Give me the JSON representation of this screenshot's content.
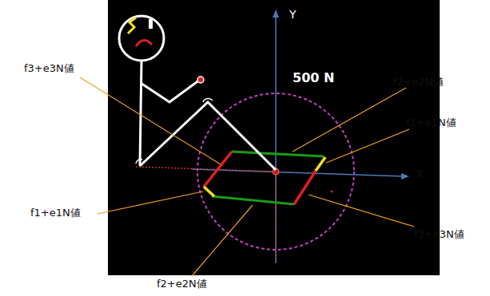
{
  "diagram": {
    "labels": [
      "f3+e3N値",
      "f2+e2N値",
      "f1+e1N値",
      "500 N",
      "X",
      "Y",
      "f1+e1N値",
      "f3+e3N値",
      "f2+e2N値"
    ]
  }
}
